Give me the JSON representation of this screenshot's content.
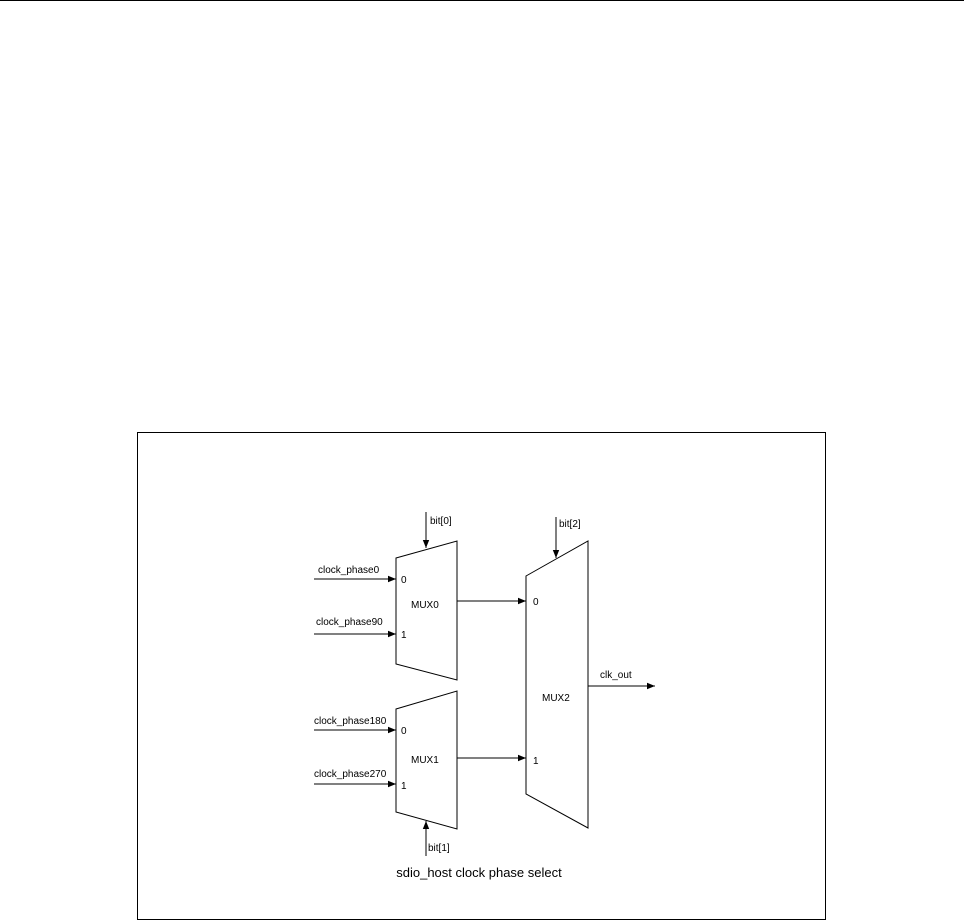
{
  "diagram": {
    "caption": "sdio_host clock phase select",
    "mux0": {
      "name": "MUX0",
      "select": "bit[0]",
      "input0_port": "0",
      "input1_port": "1",
      "input0_signal": "clock_phase0",
      "input1_signal": "clock_phase90"
    },
    "mux1": {
      "name": "MUX1",
      "select": "bit[1]",
      "input0_port": "0",
      "input1_port": "1",
      "input0_signal": "clock_phase180",
      "input1_signal": "clock_phase270"
    },
    "mux2": {
      "name": "MUX2",
      "select": "bit[2]",
      "input0_port": "0",
      "input1_port": "1",
      "output_signal": "clk_out"
    }
  }
}
